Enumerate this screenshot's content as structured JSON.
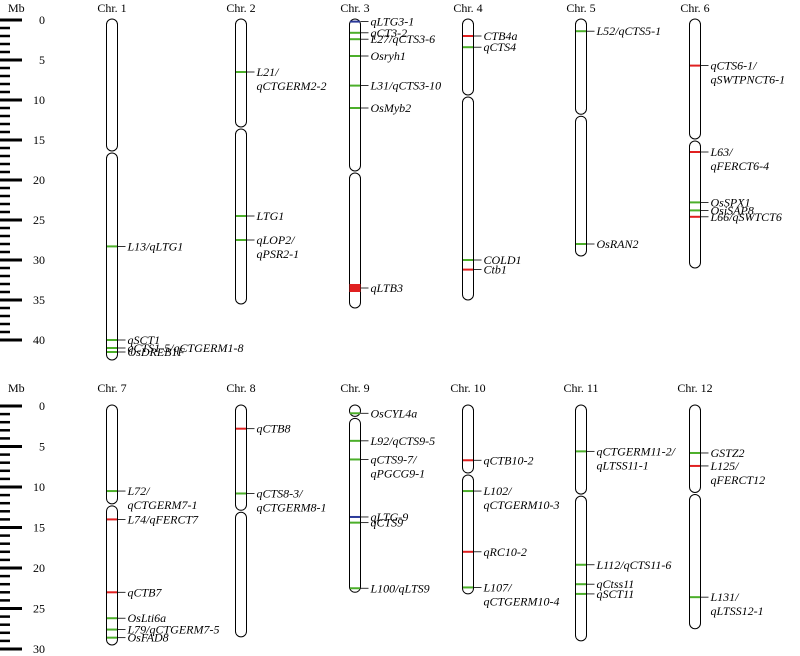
{
  "unit_label": "Mb",
  "colors": {
    "green": "#4caf2a",
    "red": "#e02020",
    "blue": "#2b3a9a",
    "outline": "#000000"
  },
  "panels": [
    {
      "ticks": [
        "0",
        "5",
        "10",
        "15",
        "20",
        "25",
        "30",
        "35",
        "40"
      ],
      "chromosomes": [
        {
          "name": "Chr. 1",
          "length": 42.5,
          "centromere": 16.5,
          "markers": [
            {
              "pos": 28.3,
              "color": "green",
              "label": "L13/qLTG1"
            },
            {
              "pos": 40.0,
              "color": "green",
              "label": "qSCT1"
            },
            {
              "pos": 41.0,
              "color": "green",
              "label": "qCTS1-5/qCTGERM1-8"
            },
            {
              "pos": 41.5,
              "color": "green",
              "label": "OsDREB1F"
            }
          ]
        },
        {
          "name": "Chr. 2",
          "length": 35.5,
          "centromere": 13.5,
          "markers": [
            {
              "pos": 6.5,
              "color": "green",
              "label": "L21/",
              "label2": "qCTGERM2-2"
            },
            {
              "pos": 24.5,
              "color": "green",
              "label": "LTG1"
            },
            {
              "pos": 27.5,
              "color": "green",
              "label": "qLOP2/",
              "label2": "qPSR2-1"
            }
          ]
        },
        {
          "name": "Chr. 3",
          "length": 36.0,
          "centromere": 19.0,
          "markers": [
            {
              "pos": 0.2,
              "color": "blue",
              "label": "qLTG3-1"
            },
            {
              "pos": 1.6,
              "color": "green",
              "label": "qCT3-2"
            },
            {
              "pos": 2.4,
              "color": "green",
              "label": "L27/qCTS3-6"
            },
            {
              "pos": 4.5,
              "color": "green",
              "label": "Osryh1"
            },
            {
              "pos": 8.2,
              "color": "green",
              "label": "L31/qCTS3-10"
            },
            {
              "pos": 11.0,
              "color": "green",
              "label": "OsMyb2"
            },
            {
              "pos": 33.5,
              "color": "red",
              "label": "qLTB3",
              "band": 1.0
            }
          ]
        },
        {
          "name": "Chr. 4",
          "length": 35.0,
          "centromere": 9.5,
          "markers": [
            {
              "pos": 2.0,
              "color": "red",
              "label": "CTB4a"
            },
            {
              "pos": 3.4,
              "color": "green",
              "label": "qCTS4"
            },
            {
              "pos": 30.0,
              "color": "green",
              "label": "COLD1"
            },
            {
              "pos": 31.2,
              "color": "red",
              "label": "Ctb1"
            }
          ]
        },
        {
          "name": "Chr. 5",
          "length": 29.5,
          "centromere": 11.9,
          "markers": [
            {
              "pos": 1.4,
              "color": "green",
              "label": "L52/qCTS5-1"
            },
            {
              "pos": 28.0,
              "color": "green",
              "label": "OsRAN2"
            }
          ]
        },
        {
          "name": "Chr. 6",
          "length": 31.0,
          "centromere": 15.0,
          "markers": [
            {
              "pos": 5.7,
              "color": "red",
              "label": "qCTS6-1/",
              "label2": "qSWTPNCT6-1"
            },
            {
              "pos": 16.5,
              "color": "red",
              "label": "L63/",
              "label2": "qFERCT6-4"
            },
            {
              "pos": 22.8,
              "color": "green",
              "label": "OsSPX1"
            },
            {
              "pos": 23.8,
              "color": "green",
              "label": "OsiSAP8"
            },
            {
              "pos": 24.6,
              "color": "red",
              "label": "L66/qSWTCT6"
            }
          ]
        }
      ]
    },
    {
      "ticks": [
        "0",
        "5",
        "10",
        "15",
        "20",
        "25",
        "30"
      ],
      "chromosomes": [
        {
          "name": "Chr. 7",
          "length": 29.5,
          "centromere": 12.2,
          "markers": [
            {
              "pos": 10.5,
              "color": "green",
              "label": "L72/",
              "label2": "qCTGERM7-1"
            },
            {
              "pos": 14.0,
              "color": "red",
              "label": "L74/qFERCT7"
            },
            {
              "pos": 23.0,
              "color": "red",
              "label": "qCTB7"
            },
            {
              "pos": 26.2,
              "color": "green",
              "label": "OsLti6a"
            },
            {
              "pos": 27.6,
              "color": "green",
              "label": "L79/qCTGERM7-5"
            },
            {
              "pos": 28.6,
              "color": "green",
              "label": "OsFAD8"
            }
          ]
        },
        {
          "name": "Chr. 8",
          "length": 28.5,
          "centromere": 13.0,
          "markers": [
            {
              "pos": 2.8,
              "color": "red",
              "label": "qCTB8"
            },
            {
              "pos": 10.8,
              "color": "green",
              "label": "qCTS8-3/",
              "label2": "qCTGERM8-1"
            }
          ]
        },
        {
          "name": "Chr. 9",
          "length": 23.0,
          "centromere": 1.4,
          "markers": [
            {
              "pos": 0.9,
              "color": "green",
              "label": "OsCYL4a"
            },
            {
              "pos": 4.3,
              "color": "green",
              "label": "L92/qCTS9-5"
            },
            {
              "pos": 6.6,
              "color": "green",
              "label": "qCTS9-7/",
              "label2": "qPGCG9-1"
            },
            {
              "pos": 13.7,
              "color": "blue",
              "label": "qLTG-9"
            },
            {
              "pos": 14.4,
              "color": "green",
              "label": "qCTS9"
            },
            {
              "pos": 22.5,
              "color": "green",
              "label": "L100/qLTS9"
            }
          ]
        },
        {
          "name": "Chr. 10",
          "length": 23.2,
          "centromere": 8.4,
          "markers": [
            {
              "pos": 6.7,
              "color": "red",
              "label": "qCTB10-2"
            },
            {
              "pos": 10.5,
              "color": "green",
              "label": "L102/",
              "label2": "qCTGERM10-3"
            },
            {
              "pos": 18.0,
              "color": "red",
              "label": "qRC10-2"
            },
            {
              "pos": 22.4,
              "color": "green",
              "label": "L107/",
              "label2": "qCTGERM10-4"
            }
          ]
        },
        {
          "name": "Chr. 11",
          "length": 29.0,
          "centromere": 11.0,
          "markers": [
            {
              "pos": 5.6,
              "color": "green",
              "label": "qCTGERM11-2/",
              "label2": "qLTSS11-1"
            },
            {
              "pos": 19.6,
              "color": "green",
              "label": "L112/qCTS11-6"
            },
            {
              "pos": 22.0,
              "color": "green",
              "label": "qCtss11"
            },
            {
              "pos": 23.2,
              "color": "green",
              "label": "qSCT11"
            }
          ]
        },
        {
          "name": "Chr. 12",
          "length": 27.5,
          "centromere": 10.8,
          "markers": [
            {
              "pos": 5.8,
              "color": "green",
              "label": "GSTZ2"
            },
            {
              "pos": 7.4,
              "color": "red",
              "label": "L125/",
              "label2": "qFERCT12"
            },
            {
              "pos": 23.6,
              "color": "green",
              "label": "L131/",
              "label2": "qLTSS12-1"
            }
          ]
        }
      ]
    }
  ]
}
